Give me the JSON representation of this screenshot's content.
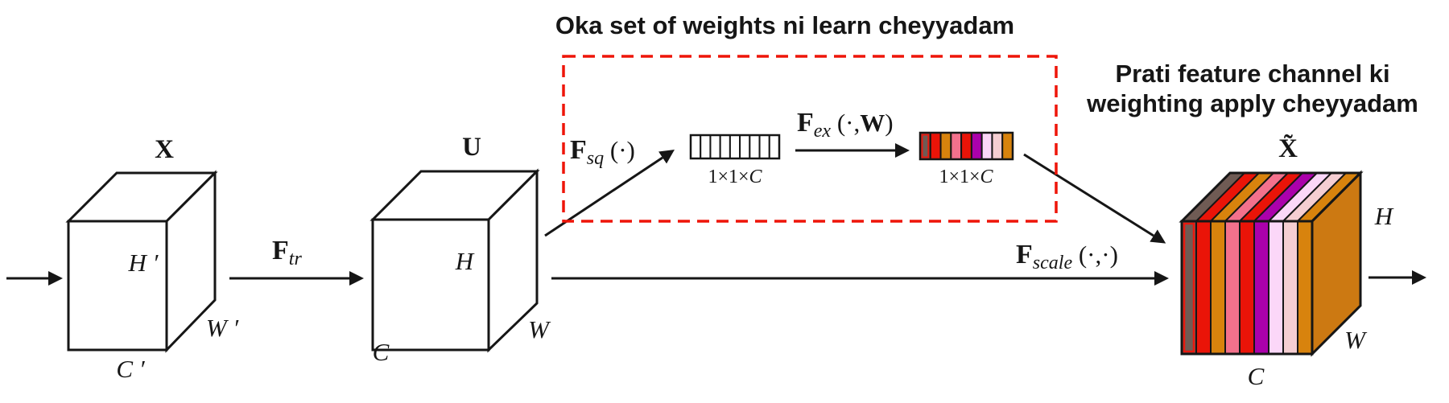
{
  "colors": {
    "accent_red": "#EE1509",
    "ink": "#161616"
  },
  "notes": {
    "squeeze_note": "Oka set of weights ni learn cheyyadam",
    "excite_note_line1": "Prati feature channel ki",
    "excite_note_line2": "weighting apply cheyyadam"
  },
  "tensors": {
    "input": {
      "name": "X",
      "height": "H ′",
      "width": "W ′",
      "channels": "C ′"
    },
    "middle": {
      "name": "U",
      "height": "H",
      "width": "W",
      "channels": "C"
    },
    "output": {
      "name": "X̃",
      "height": "H",
      "width": "W",
      "channels": "C"
    }
  },
  "ops": {
    "transform": {
      "f": "F",
      "sub": "tr",
      "args_pre": "",
      "w": "",
      "args_post": ""
    },
    "squeeze": {
      "f": "F",
      "sub": "sq",
      "args_pre": " (·)",
      "w": "",
      "args_post": ""
    },
    "excitation": {
      "f": "F",
      "sub": "ex",
      "args_pre": " (·,",
      "w": "W",
      "args_post": ")"
    },
    "scale": {
      "f": "F",
      "sub": "scale",
      "args_pre": " (·,·)",
      "w": "",
      "args_post": ""
    }
  },
  "vectors": {
    "squeeze": {
      "dims_pre": "1×1×",
      "dims_var": "C"
    },
    "excitation": {
      "dims_pre": "1×1×",
      "dims_var": "C"
    }
  },
  "channels": {
    "count": 9,
    "colors": [
      "#6F5B54",
      "#EA1408",
      "#D8830D",
      "#F3718C",
      "#EA1408",
      "#AB01AB",
      "#FBD7F8",
      "#F5CED2",
      "#D8830D"
    ],
    "first_cell_outline": "#E8190F",
    "squeeze_cell_fill": "#FFFFFF",
    "side_face": "#CC7912"
  }
}
